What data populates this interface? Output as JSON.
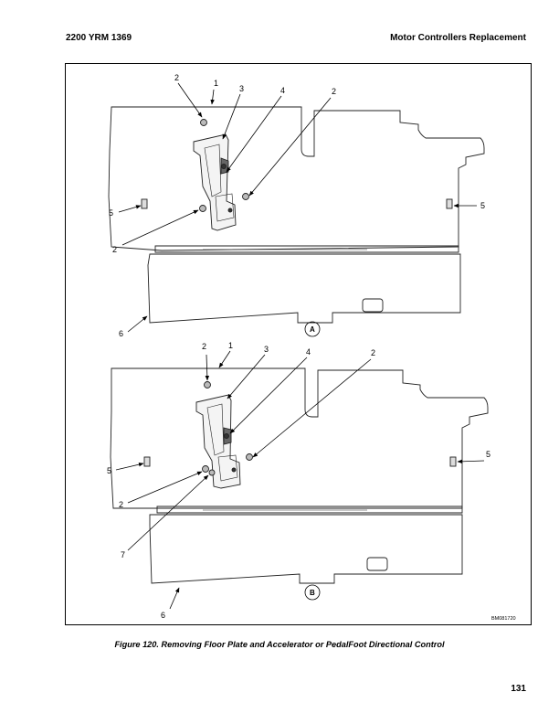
{
  "header": {
    "left": "2200 YRM 1369",
    "right": "Motor Controllers Replacement"
  },
  "figure": {
    "view_a": {
      "view_label": "A",
      "callouts": [
        "1",
        "2",
        "3",
        "4",
        "2",
        "5",
        "5",
        "2",
        "6"
      ]
    },
    "view_b": {
      "view_label": "B",
      "callouts": [
        "1",
        "2",
        "3",
        "4",
        "2",
        "5",
        "5",
        "2",
        "7",
        "6"
      ]
    },
    "drawing_id": "BM081720",
    "caption": "Figure 120. Removing Floor Plate and Accelerator or PedalFoot Directional Control"
  },
  "page_number": "131"
}
